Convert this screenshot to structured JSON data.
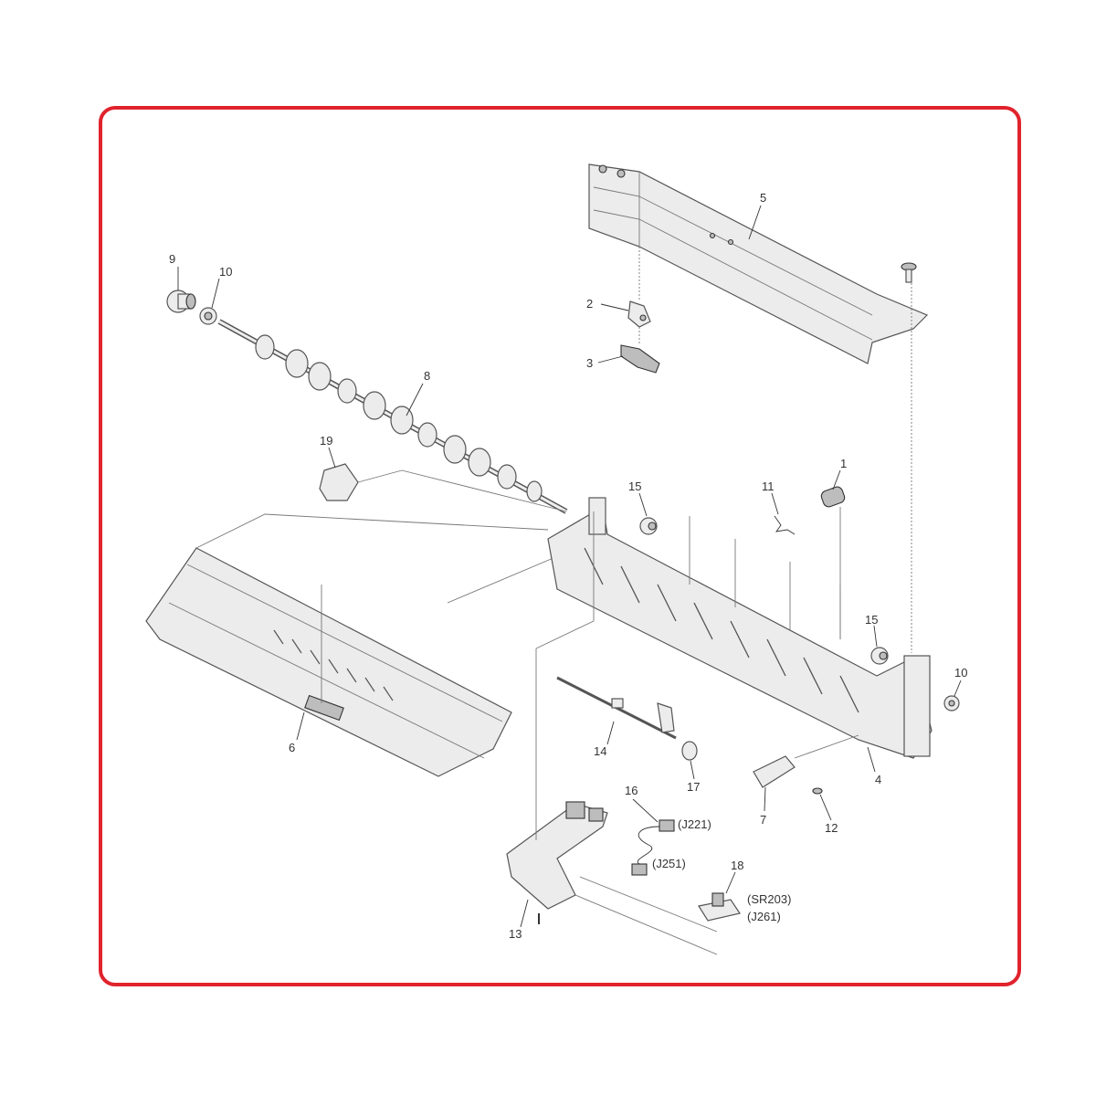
{
  "frame_color": "#e0232d",
  "callouts": {
    "c1": "1",
    "c2": "2",
    "c3": "3",
    "c4": "4",
    "c5": "5",
    "c6": "6",
    "c7": "7",
    "c8": "8",
    "c9": "9",
    "c10a": "10",
    "c10b": "10",
    "c11": "11",
    "c12": "12",
    "c13": "13",
    "c14": "14",
    "c15a": "15",
    "c15b": "15",
    "c16": "16",
    "c17": "17",
    "c18": "18",
    "c19": "19"
  },
  "connectors": {
    "j221": "(J221)",
    "j251": "(J251)",
    "sr203": "(SR203)",
    "j261": "(J261)"
  }
}
